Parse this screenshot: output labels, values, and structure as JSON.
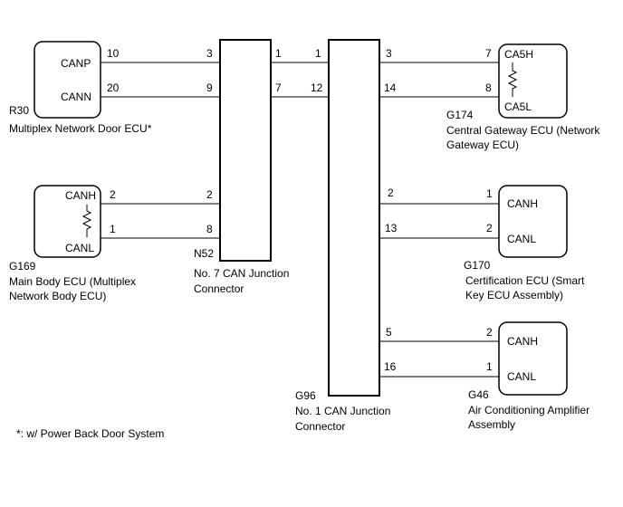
{
  "ecus": {
    "r30": {
      "code": "R30",
      "name": "Multiplex Network Door ECU*",
      "pin_h": "CANP",
      "pin_l": "CANN",
      "pin_h_no": "10",
      "pin_l_no": "20"
    },
    "g169": {
      "code": "G169",
      "name_line1": "Main Body ECU (Multiplex",
      "name_line2": "Network Body ECU)",
      "pin_h": "CANH",
      "pin_l": "CANL",
      "pin_h_no": "2",
      "pin_l_no": "1"
    },
    "g174": {
      "code": "G174",
      "name_line1": "Central Gateway ECU (Network",
      "name_line2": "Gateway ECU)",
      "pin_h": "CA5H",
      "pin_l": "CA5L",
      "pin_h_no": "7",
      "pin_l_no": "8"
    },
    "g170": {
      "code": "G170",
      "name_line1": "Certification ECU (Smart",
      "name_line2": "Key ECU Assembly)",
      "pin_h": "CANH",
      "pin_l": "CANL",
      "pin_h_no": "1",
      "pin_l_no": "2"
    },
    "g46": {
      "code": "G46",
      "name_line1": "Air Conditioning Amplifier",
      "name_line2": "Assembly",
      "pin_h": "CANH",
      "pin_l": "CANL",
      "pin_h_no": "2",
      "pin_l_no": "1"
    }
  },
  "junctions": {
    "n52": {
      "code": "N52",
      "name_line1": "No. 7 CAN Junction",
      "name_line2": "Connector",
      "pins": {
        "r30_h": "3",
        "r30_l": "9",
        "g169_h": "2",
        "g169_l": "8",
        "out_h": "1",
        "out_l": "7"
      }
    },
    "g96": {
      "code": "G96",
      "name_line1": "No. 1 CAN Junction",
      "name_line2": "Connector",
      "pins": {
        "in_h": "1",
        "in_l": "12",
        "g174_h": "3",
        "g174_l": "14",
        "g170_h": "2",
        "g170_l": "13",
        "g46_h": "5",
        "g46_l": "16"
      }
    }
  },
  "footnote": "*: w/ Power Back Door System"
}
